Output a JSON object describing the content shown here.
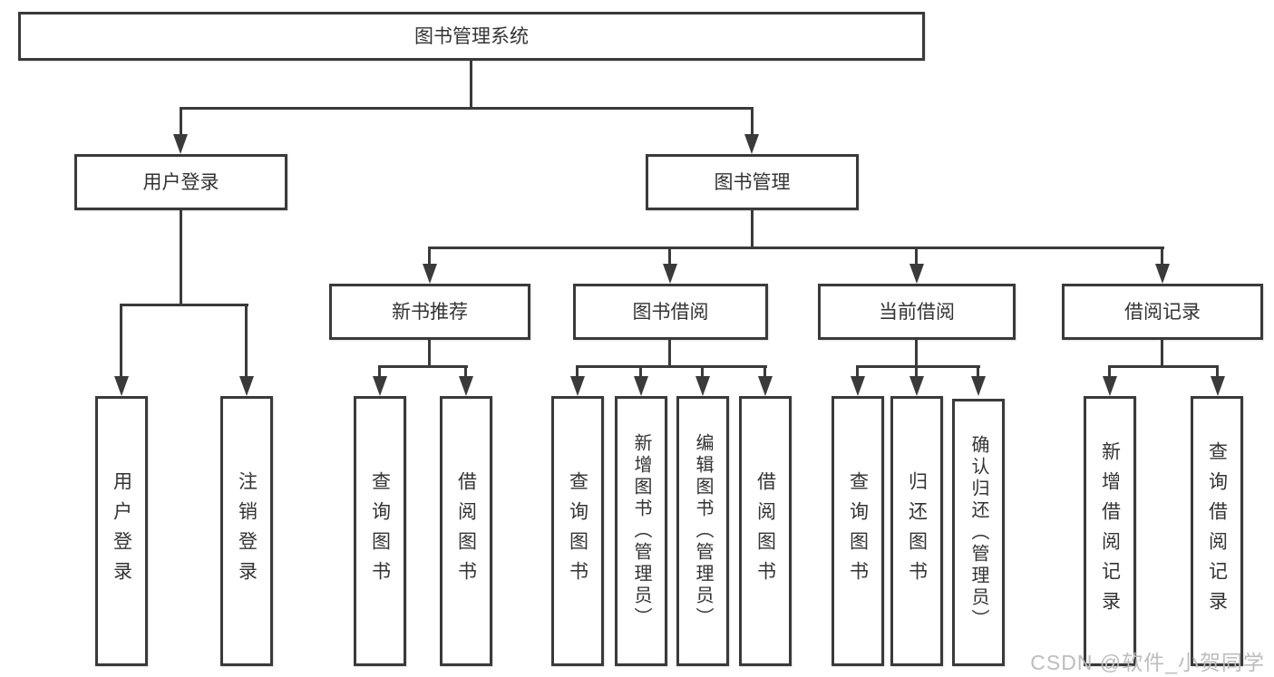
{
  "colors": {
    "line": "#3a3a3a",
    "box_border": "#3a3a3a",
    "text": "#333333",
    "watermark": "#bdbdbd",
    "bg": "#ffffff"
  },
  "tree": {
    "root": {
      "label": "图书管理系统"
    },
    "branches": [
      {
        "label": "用户登录",
        "children": [
          {
            "label": "用户登录"
          },
          {
            "label": "注销登录"
          }
        ]
      },
      {
        "label": "图书管理",
        "children": [
          {
            "label": "新书推荐",
            "children": [
              {
                "label": "查询图书"
              },
              {
                "label": "借阅图书"
              }
            ]
          },
          {
            "label": "图书借阅",
            "children": [
              {
                "label": "查询图书"
              },
              {
                "label": "新增图书（管理员）"
              },
              {
                "label": "编辑图书（管理员）"
              },
              {
                "label": "借阅图书"
              }
            ]
          },
          {
            "label": "当前借阅",
            "children": [
              {
                "label": "查询图书"
              },
              {
                "label": "归还图书"
              },
              {
                "label": "确认归还（管理员）"
              }
            ]
          },
          {
            "label": "借阅记录",
            "children": [
              {
                "label": "新增借阅记录"
              },
              {
                "label": "查询借阅记录"
              }
            ]
          }
        ]
      }
    ]
  },
  "watermark": {
    "text": "CSDN @软件_小贺同学"
  }
}
